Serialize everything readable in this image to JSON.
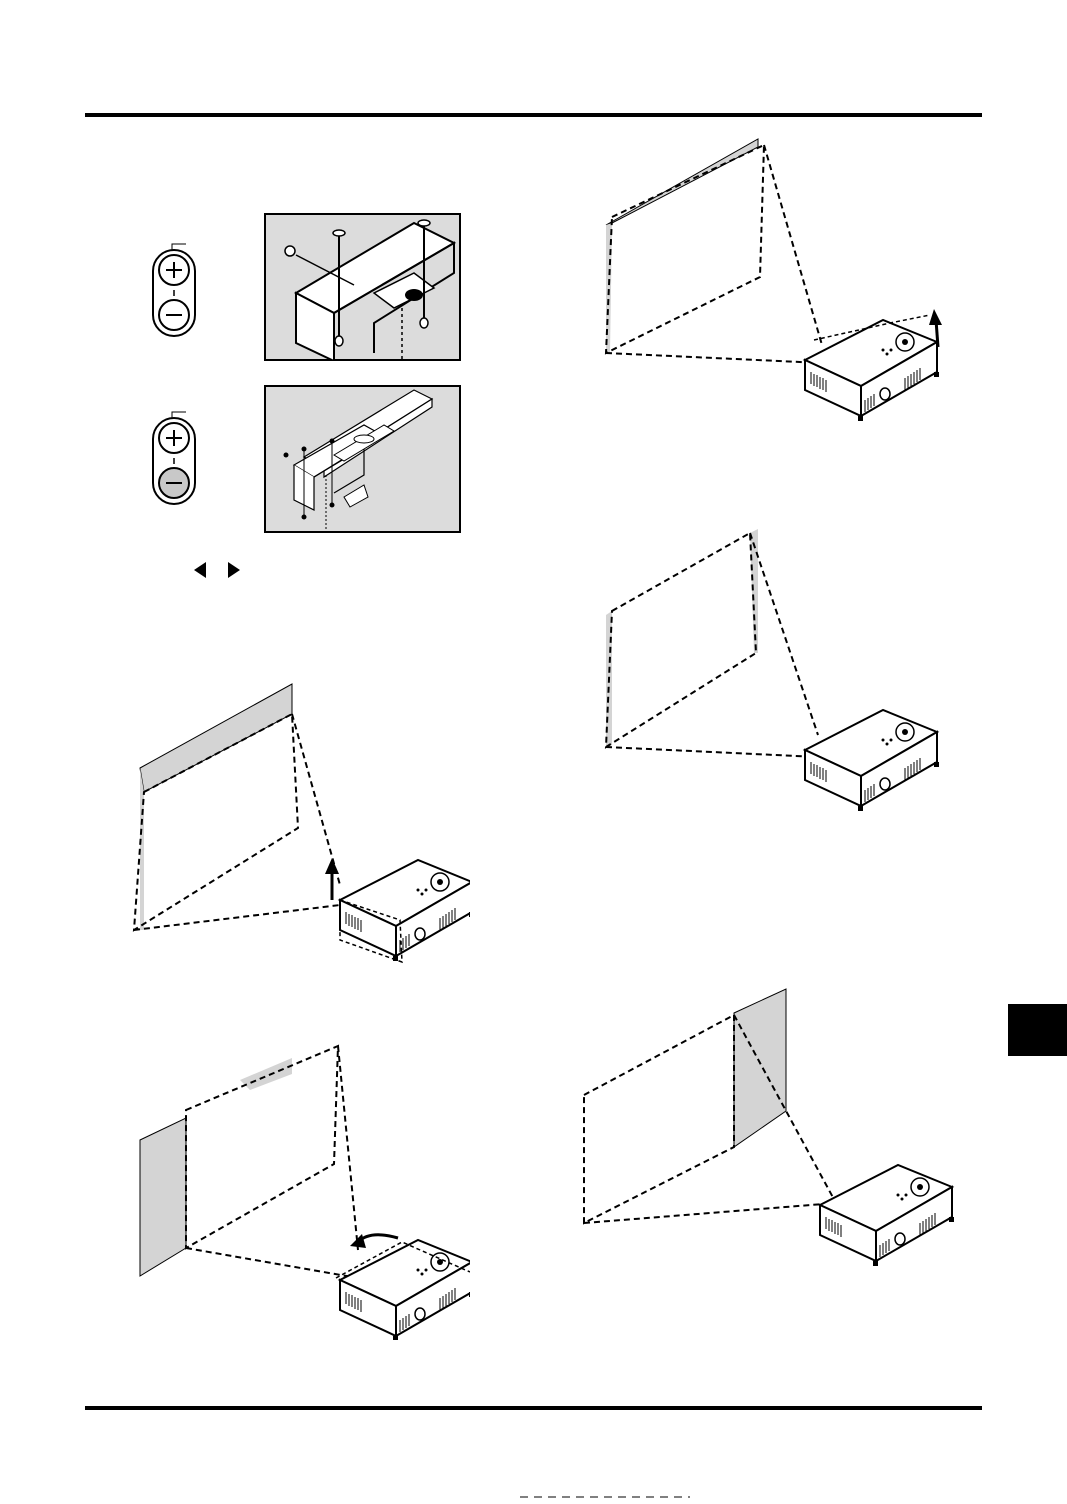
{
  "page": {
    "background": "#ffffff",
    "ink_color": "#000000",
    "screen_shade_color": "#d4d4d4",
    "panel_color": "#dcdcdc"
  },
  "figures": [
    {
      "id": "zoom-button-upper",
      "icons": [
        "plus-icon",
        "minus-icon"
      ],
      "highlighted": "none"
    },
    {
      "id": "ceiling-bracket-closeup",
      "icons": [
        "screw-icon"
      ]
    },
    {
      "id": "zoom-button-lower",
      "icons": [
        "plus-icon",
        "minus-icon"
      ],
      "highlighted": "minus"
    },
    {
      "id": "ceiling-bracket-overview",
      "icons": [
        "screw-icon"
      ]
    },
    {
      "id": "select-buttons",
      "icons": [
        "left-triangle-icon",
        "right-triangle-icon"
      ]
    },
    {
      "id": "keystone-tilt-up-left",
      "icons": [
        "up-arrow-icon",
        "projector-icon"
      ]
    },
    {
      "id": "keystone-rotate-left",
      "icons": [
        "curved-arrow-icon",
        "projector-icon"
      ]
    },
    {
      "id": "keystone-tilt-up-right",
      "icons": [
        "up-arrow-icon",
        "projector-icon"
      ]
    },
    {
      "id": "keystone-corrected-right",
      "icons": [
        "projector-icon"
      ]
    },
    {
      "id": "keystone-side-right",
      "icons": [
        "projector-icon"
      ]
    }
  ]
}
